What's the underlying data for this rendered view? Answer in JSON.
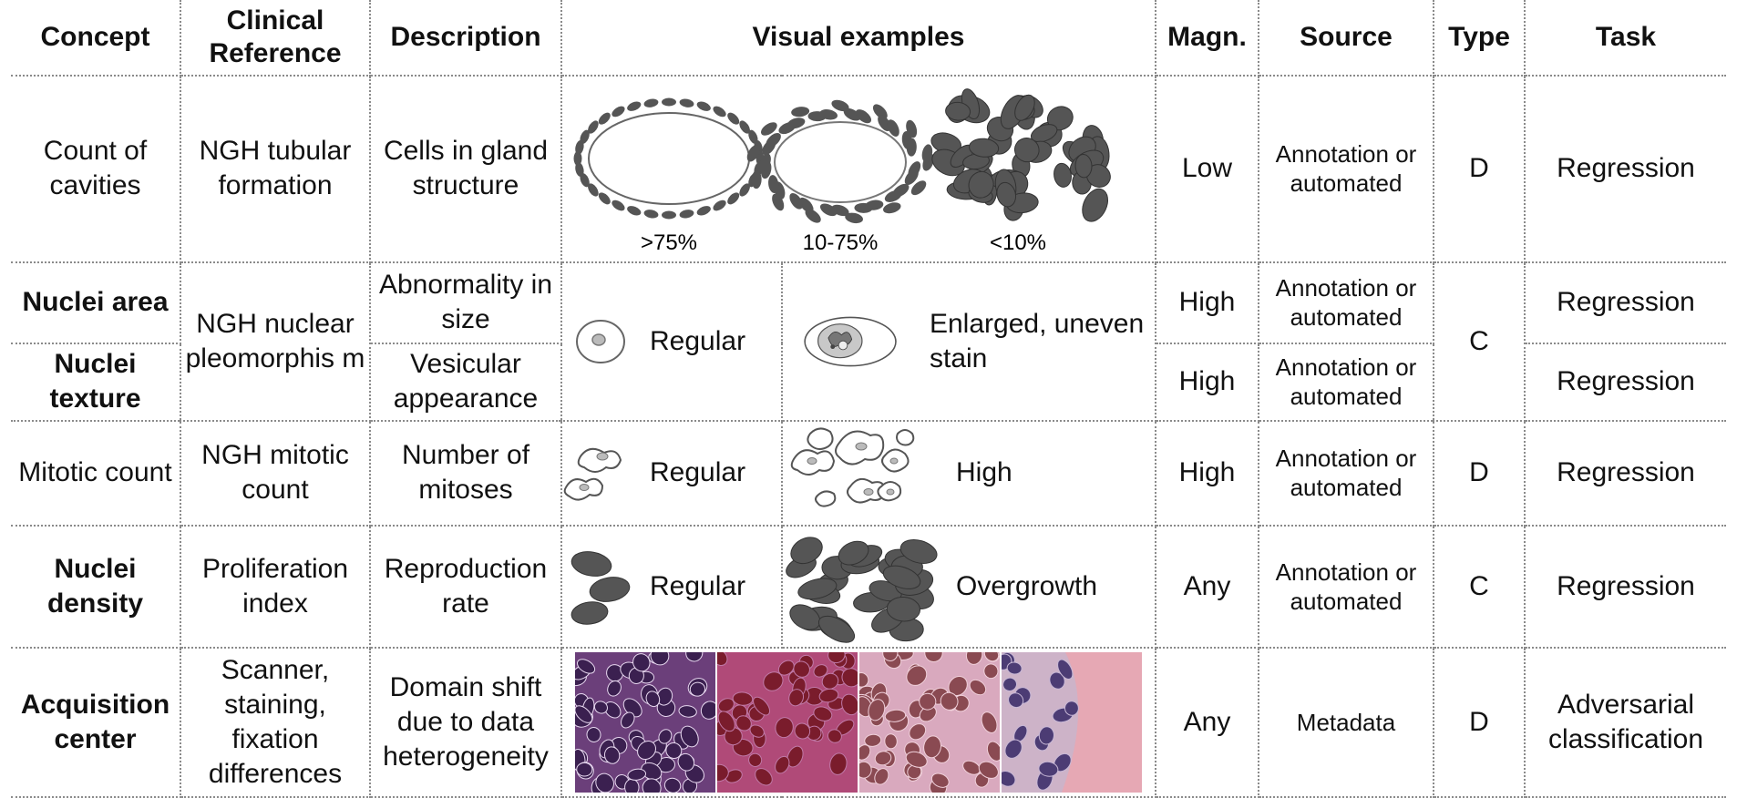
{
  "header": {
    "concept": "Concept",
    "clinical_reference": "Clinical Reference",
    "description": "Description",
    "visual_examples": "Visual examples",
    "magn": "Magn.",
    "source": "Source",
    "type": "Type",
    "task": "Task"
  },
  "rows": {
    "cavities": {
      "concept": "Count of cavities",
      "clinical_reference": "NGH tubular formation",
      "description": "Cells in gland structure",
      "examples": [
        ">75%",
        "10-75%",
        "<10%"
      ],
      "magn": "Low",
      "source": "Annotation or automated",
      "type": "D",
      "task": "Regression"
    },
    "nuclei_area": {
      "concept": "Nuclei area",
      "clinical_reference": "NGH nuclear pleomorphis m",
      "description": "Abnormality in size",
      "example_regular": "Regular",
      "example_abnormal": "Enlarged, uneven stain",
      "magn": "High",
      "source": "Annotation or automated",
      "type": "C",
      "task": "Regression"
    },
    "nuclei_texture": {
      "concept": "Nuclei texture",
      "description": "Vesicular appearance",
      "magn": "High",
      "source": "Annotation or automated",
      "task": "Regression"
    },
    "mitotic": {
      "concept": "Mitotic count",
      "clinical_reference": "NGH mitotic count",
      "description": "Number of mitoses",
      "example_regular": "Regular",
      "example_abnormal": "High",
      "magn": "High",
      "source": "Annotation or automated",
      "type": "D",
      "task": "Regression"
    },
    "density": {
      "concept": "Nuclei density",
      "clinical_reference": "Proliferation index",
      "description": "Reproduction rate",
      "example_regular": "Regular",
      "example_abnormal": "Overgrowth",
      "magn": "Any",
      "source": "Annotation or automated",
      "type": "C",
      "task": "Regression"
    },
    "acquisition": {
      "concept": "Acquisition center",
      "clinical_reference": "Scanner, staining, fixation differences",
      "description": "Domain shift due to data heterogeneity",
      "magn": "Any",
      "source": "Metadata",
      "type": "D",
      "task": "Adversarial classification"
    }
  },
  "colors": {
    "nucleus_fill": "#555555",
    "outline": "#666666",
    "grid": "#8a8a8a",
    "stain_purple": "#6b3f7a",
    "stain_red": "#8e2a3a",
    "stain_pink": "#c98a9a",
    "stain_light": "#d7b7c8"
  }
}
